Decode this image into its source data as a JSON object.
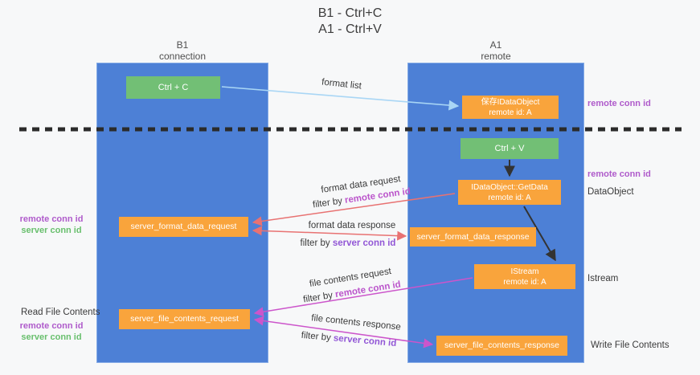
{
  "title": {
    "line1": "B1 - Ctrl+C",
    "line2": "A1 - Ctrl+V"
  },
  "lanes": {
    "left": {
      "name": "B1",
      "role": "connection"
    },
    "right": {
      "name": "A1",
      "role": "remote"
    }
  },
  "boxes": {
    "ctrl_c": "Ctrl + C",
    "save_idataobject": {
      "line1": "保存IDataObject",
      "line2": "remote id: A"
    },
    "ctrl_v": "Ctrl + V",
    "getdata": {
      "line1": "IDataObject::GetData",
      "line2": "remote id: A"
    },
    "format_request": "server_format_data_request",
    "format_response": "server_format_data_response",
    "istream": {
      "line1": "IStream",
      "line2": "remote id: A"
    },
    "file_request": "server_file_contents_request",
    "file_response": "server_file_contents_response"
  },
  "arrow_labels": {
    "format_list": "format list",
    "format_data_request": "format data request",
    "format_data_response": "format data response",
    "file_contents_request": "file contents request",
    "file_contents_response": "file contents response",
    "filter_by": "filter by ",
    "remote_conn_id": "remote conn id",
    "server_conn_id": "server conn id"
  },
  "side_labels": {
    "remote_conn_id": "remote conn id",
    "server_conn_id": "server conn id",
    "dataobject": "DataObject",
    "istream": "Istream",
    "read_file_contents": "Read File Contents",
    "write_file_contents": "Write File Contents"
  },
  "colors": {
    "lane_blue": "#4d80d6",
    "box_green": "#72bf75",
    "box_orange": "#f9a43c",
    "arrow_lightblue": "#a9d6f5",
    "arrow_salmon": "#e87272",
    "arrow_magenta": "#cc55cb",
    "arrow_black": "#333333",
    "text_purple": "#af5bcb",
    "text_green": "#68bf6d"
  }
}
